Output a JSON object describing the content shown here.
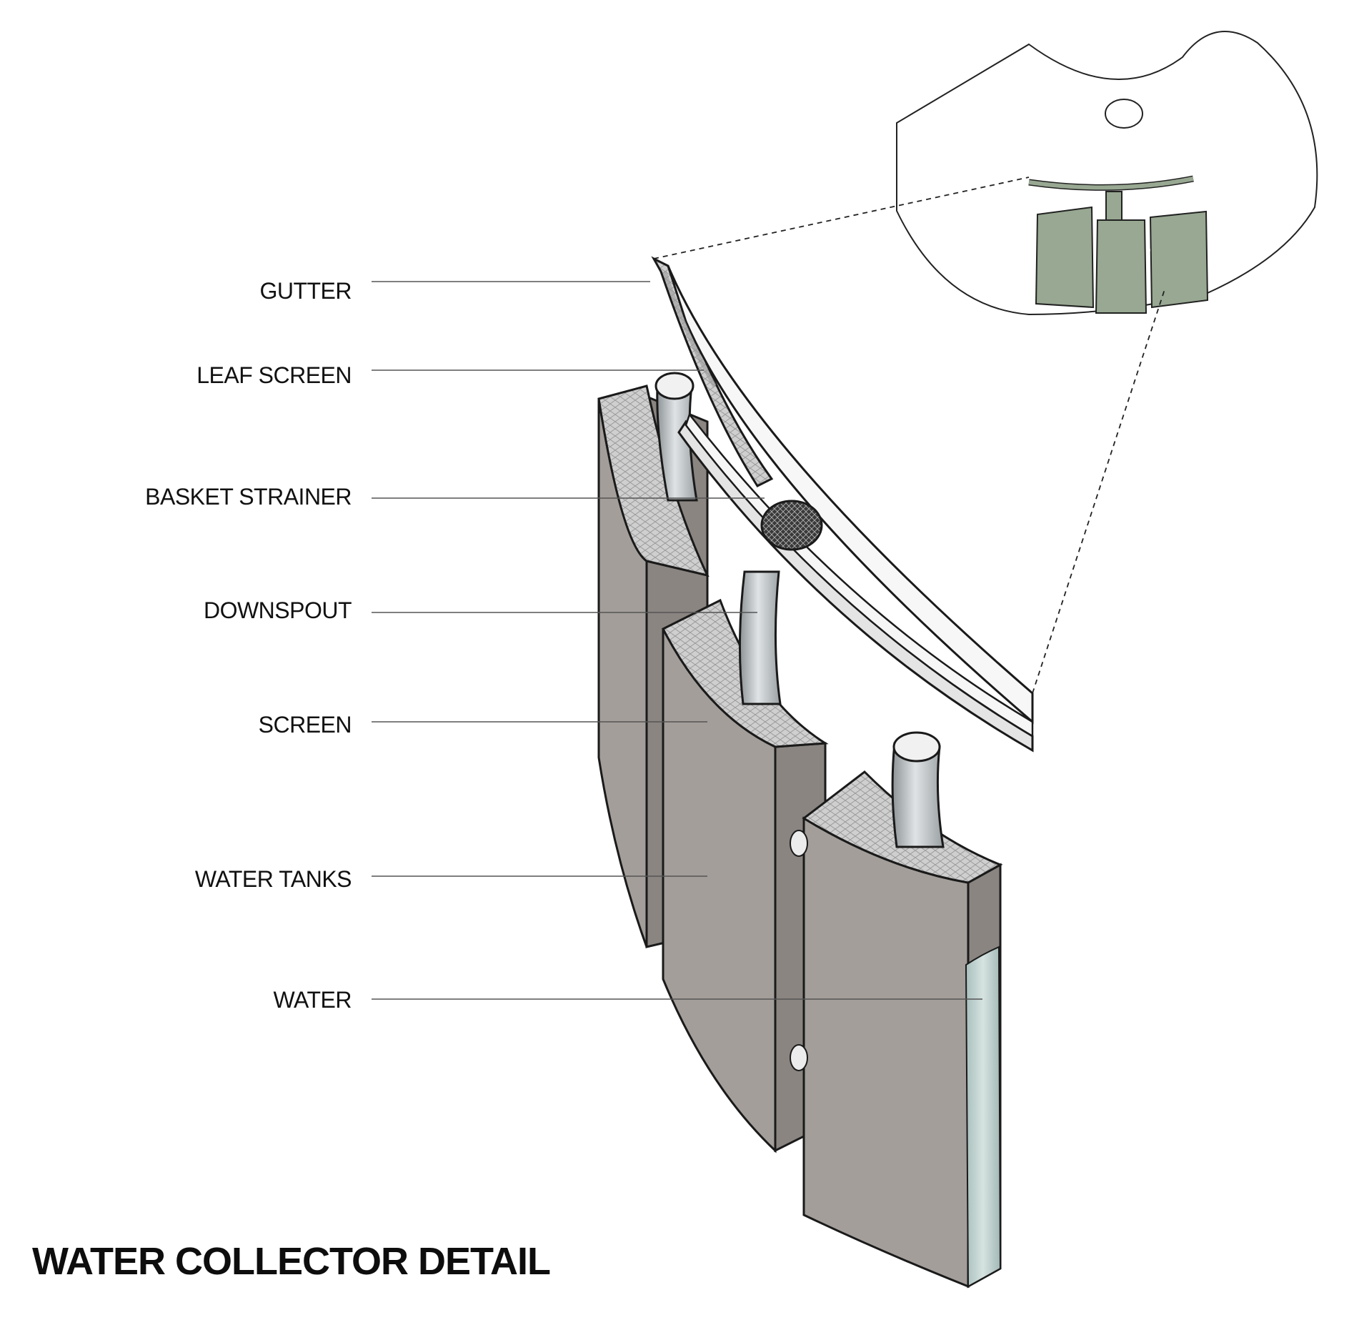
{
  "title": "WATER COLLECTOR DETAIL",
  "labels": {
    "gutter": "GUTTER",
    "leaf_screen": "LEAF SCREEN",
    "basket_strainer": "BASKET STRAINER",
    "downspout": "DOWNSPOUT",
    "screen": "SCREEN",
    "water_tanks": "WATER TANKS",
    "water": "WATER"
  },
  "colors": {
    "tank_face": "#a39e9a",
    "tank_side": "#8a8581",
    "tank_top": "#c9c9c9",
    "pipe": "#b9bec1",
    "water": "#b8ccc9",
    "inset_components": "#98a892",
    "outline": "#1a1a1a",
    "leader": "#555555"
  }
}
